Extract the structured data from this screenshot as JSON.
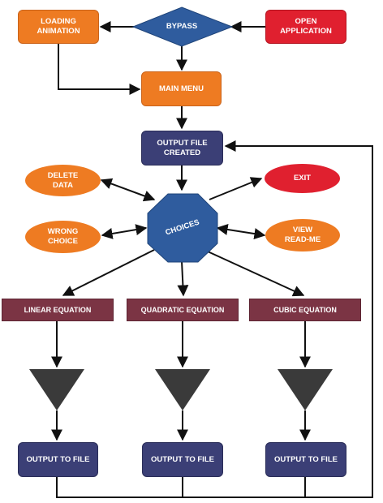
{
  "nodes": {
    "bypass": "BYPASS",
    "loading_animation": "LOADING\nANIMATION",
    "open_application": "OPEN\nAPPLICATION",
    "main_menu": "MAIN MENU",
    "output_file_created": "OUTPUT FILE\nCREATED",
    "delete_data": "DELETE\nDATA",
    "exit": "EXIT",
    "choices": "CHOICES",
    "wrong_choice": "WRONG\nCHOICE",
    "view_readme": "VIEW\nREAD-ME",
    "linear_equation": "LINEAR EQUATION",
    "quadratic_equation": "QUADRATIC EQUATION",
    "cubic_equation": "CUBIC EQUATION",
    "output_to_file_1": "OUTPUT TO FILE",
    "output_to_file_2": "OUTPUT TO FILE",
    "output_to_file_3": "OUTPUT TO FILE"
  },
  "colors": {
    "orange": "#ee7b22",
    "red": "#e0202f",
    "navy": "#3b3f76",
    "blue": "#2f5c9e",
    "maroon": "#7b3444",
    "triangle": "#3a3a3a",
    "line": "#111111"
  }
}
